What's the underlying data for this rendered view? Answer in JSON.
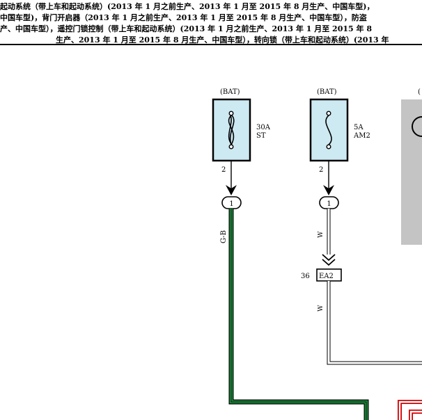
{
  "header": {
    "line1": "起动系统（带上车和起动系统）(2013 年 1 月之前生产、2013 年 1 月至 2015 年 8 月生产、中国车型)，",
    "line2": "中国车型)，背门开启器（2013 年 1 月之前生产、2013 年 1 月至 2015 年 8 月生产、中国车型），防盗",
    "line3": "产、中国车型），遥控门锁控制（带上车和起动系统）(2013 年 1 月之前生产、2013 年 1 月至 2015 年 8",
    "line4": "生产、2013 年 1 月至 2015 年 8 月生产、中国车型），转向锁（带上车和起动系统）(2013 年"
  },
  "diagram": {
    "fuse_st": {
      "source": "(BAT)",
      "rating": "30A",
      "name": "ST",
      "pin": "2",
      "connector": "1",
      "wire": "G-B"
    },
    "fuse_am2": {
      "source": "(BAT)",
      "rating": "5A",
      "name": "AM2",
      "pin": "2",
      "connector": "1",
      "wire_top": "W",
      "wire_bottom": "W"
    },
    "connector_ea2": {
      "pin": "36",
      "label": "EA2"
    },
    "partial_label": "(",
    "colors": {
      "fuse_fill": "#cde9f2",
      "wire_green": "#1e8a3c",
      "wire_red": "#d10000",
      "gray_block": "#c4c4c4"
    }
  }
}
